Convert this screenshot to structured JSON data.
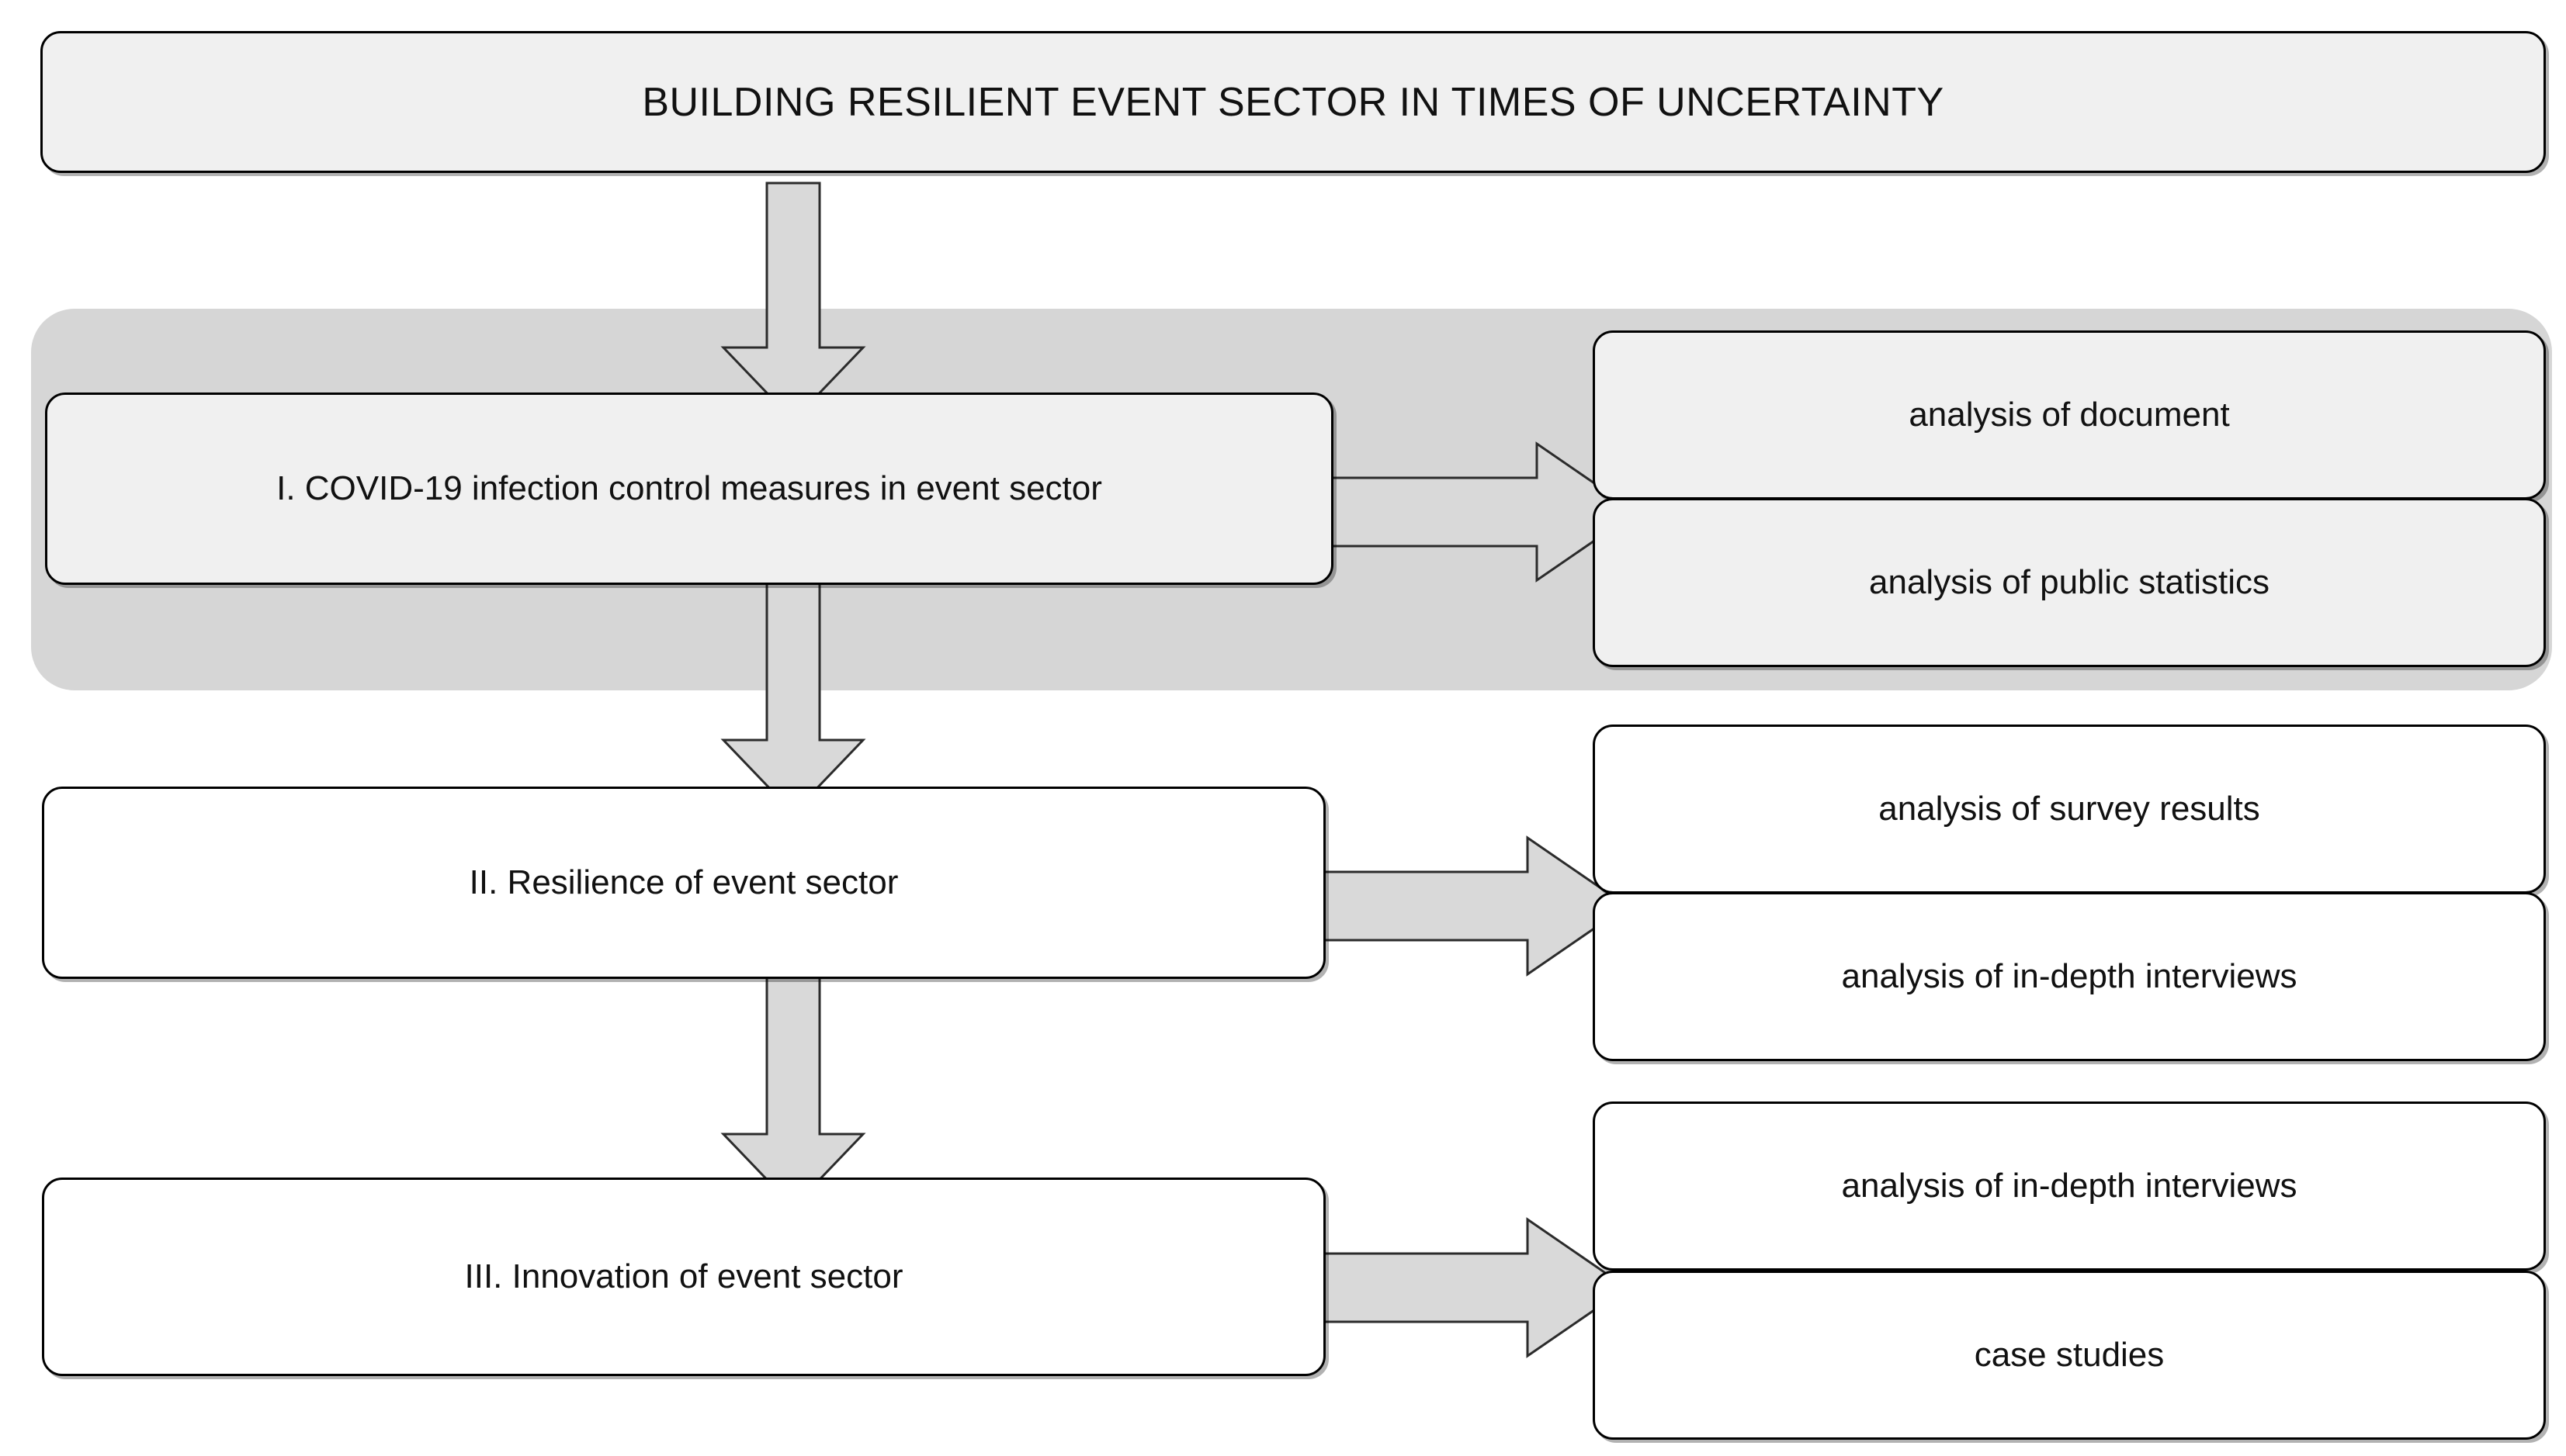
{
  "diagram": {
    "title": "BUILDING RESILIENT EVENT SECTOR IN TIMES OF UNCERTAINTY",
    "colors": {
      "box_fill_light": "#f0f0f0",
      "box_fill_white": "#ffffff",
      "band_fill": "#d6d6d6",
      "arrow_fill": "#d9d9d9",
      "border": "#000000",
      "text": "#111111"
    },
    "stages": [
      {
        "id": "stage-1",
        "label": "I. COVID-19 infection control measures in event sector",
        "highlighted": true,
        "methods": [
          {
            "label": "analysis of document"
          },
          {
            "label": "analysis of public statistics"
          }
        ]
      },
      {
        "id": "stage-2",
        "label": "II.  Resilience of event sector",
        "highlighted": false,
        "methods": [
          {
            "label": "analysis of survey results"
          },
          {
            "label": "analysis of in-depth interviews"
          }
        ]
      },
      {
        "id": "stage-3",
        "label": "III.  Innovation of event sector",
        "highlighted": false,
        "methods": [
          {
            "label": "analysis of in-depth interviews"
          },
          {
            "label": "case studies"
          }
        ]
      }
    ],
    "connectors": {
      "down_arrows": 3,
      "right_arrows": 3,
      "down_arrow_name": "down-block-arrow-icon",
      "right_arrow_name": "right-block-arrow-icon"
    }
  }
}
